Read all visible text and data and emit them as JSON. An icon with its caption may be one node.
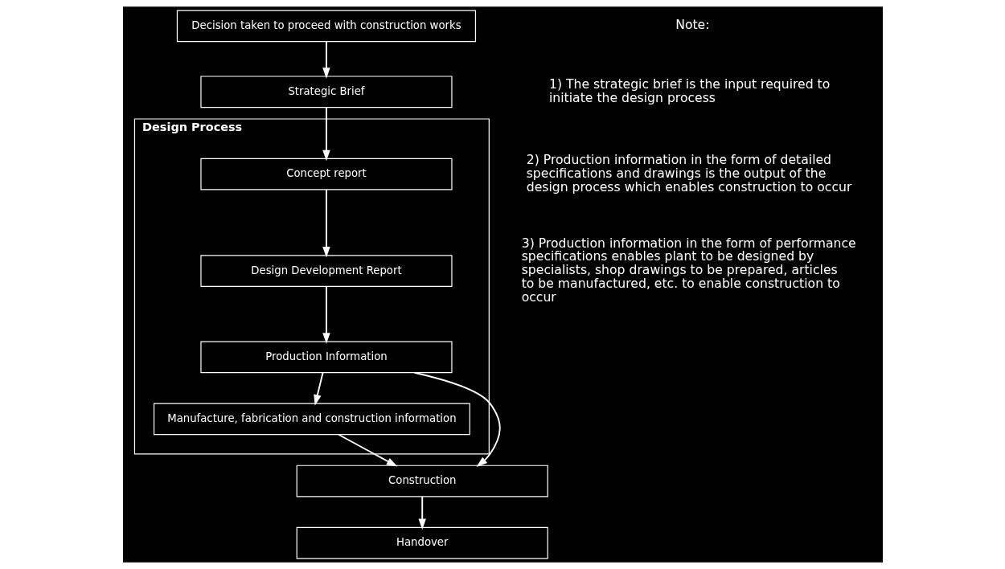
{
  "diagram": {
    "nodes": [
      {
        "text": [
          "Decision taken to proceed with construction works"
        ]
      },
      {
        "text": [
          "Strategic Brief"
        ]
      },
      {
        "text": [
          "Design Process"
        ]
      },
      {
        "text": [
          "Concept report"
        ],
        "in": 2
      },
      {
        "text": [
          "Design Development Report"
        ],
        "in": 2
      },
      {
        "text": [
          "Production Information"
        ],
        "in": 2
      },
      {
        "text": [
          "Manufacture, fabrication and construction information"
        ],
        "in": 2
      },
      {
        "text": [
          "Construction"
        ]
      },
      {
        "text": [
          "Handover"
        ]
      }
    ],
    "edges": [
      {
        "from": 0,
        "to": 1,
        "arrow": "to"
      },
      {
        "from": 1,
        "to": 3,
        "arrow": "to"
      },
      {
        "from": 3,
        "to": 4,
        "arrow": "to"
      },
      {
        "from": 4,
        "to": 5,
        "arrow": "to"
      },
      {
        "from": 5,
        "to": 6,
        "arrow": "to"
      },
      {
        "from": 5,
        "to": 7,
        "arrow": "to"
      },
      {
        "from": 6,
        "to": 7,
        "arrow": "to"
      },
      {
        "from": 7,
        "to": 8,
        "arrow": "to"
      }
    ],
    "labels": [
      "Note:",
      "1) The strategic brief is the input required to initiate the design process",
      "2) Production information in the form of detailed specifications and drawings is the output of the design process which enables construction to occur",
      "3) Production information in the form of performance specifications enables plant to be designed by specialists, shop drawings to be prepared, articles to be manufactured, etc. to enable construction to occur"
    ]
  }
}
